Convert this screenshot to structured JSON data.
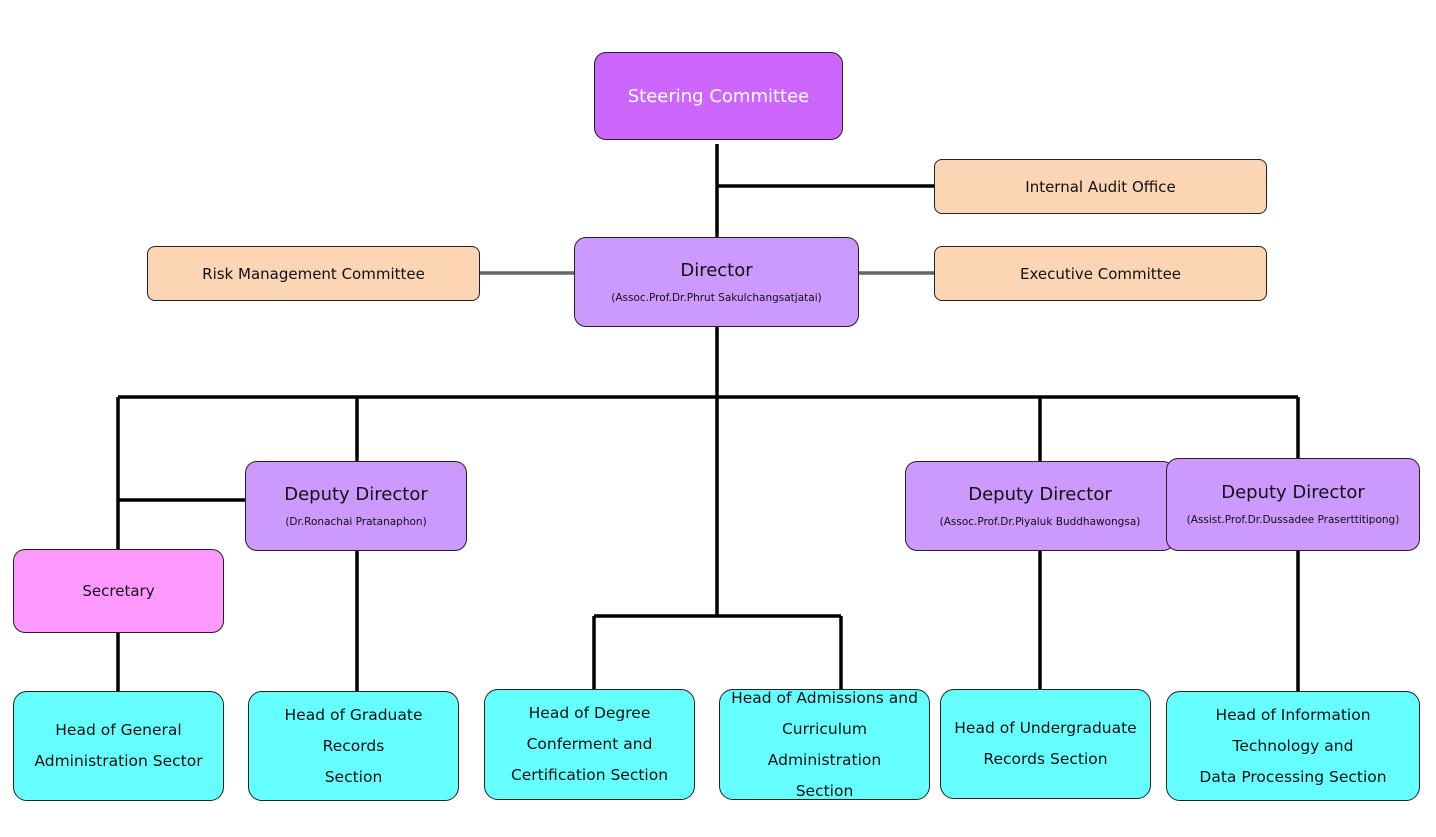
{
  "steering_committee": "Steering Committee",
  "internal_audit": "Internal Audit Office",
  "risk_management": "Risk Management Committee",
  "executive_committee": "Executive Committee",
  "director": {
    "title": "Director",
    "name": "(Assoc.Prof.Dr.Phrut Sakulchangsatjatai)"
  },
  "deputies": [
    {
      "title": "Deputy Director",
      "name": "(Dr.Ronachai Pratanaphon)"
    },
    {
      "title": "Deputy Director",
      "name": "(Assoc.Prof.Dr.Piyaluk Buddhawongsa)"
    },
    {
      "title": "Deputy Director",
      "name": "(Assist.Prof.Dr.Dussadee Praserttitipong)"
    }
  ],
  "secretary": "Secretary",
  "heads": [
    {
      "lines": [
        "Head of General",
        "Administration Sector"
      ]
    },
    {
      "lines": [
        "Head of Graduate Records",
        "Section"
      ]
    },
    {
      "lines": [
        "Head of Degree",
        "Conferment and",
        "Certification Section"
      ]
    },
    {
      "lines": [
        "Head of Admissions and",
        "Curriculum Administration",
        "Section"
      ]
    },
    {
      "lines": [
        "Head of Undergraduate",
        "Records Section"
      ]
    },
    {
      "lines": [
        "Head of Information",
        "Technology and",
        "Data Processing Section"
      ]
    }
  ],
  "colors": {
    "steering": "#cc66ff",
    "director": "#cc99ff",
    "committee": "#fcd5b5",
    "secretary": "#ff99ff",
    "section": "#66ffff"
  }
}
